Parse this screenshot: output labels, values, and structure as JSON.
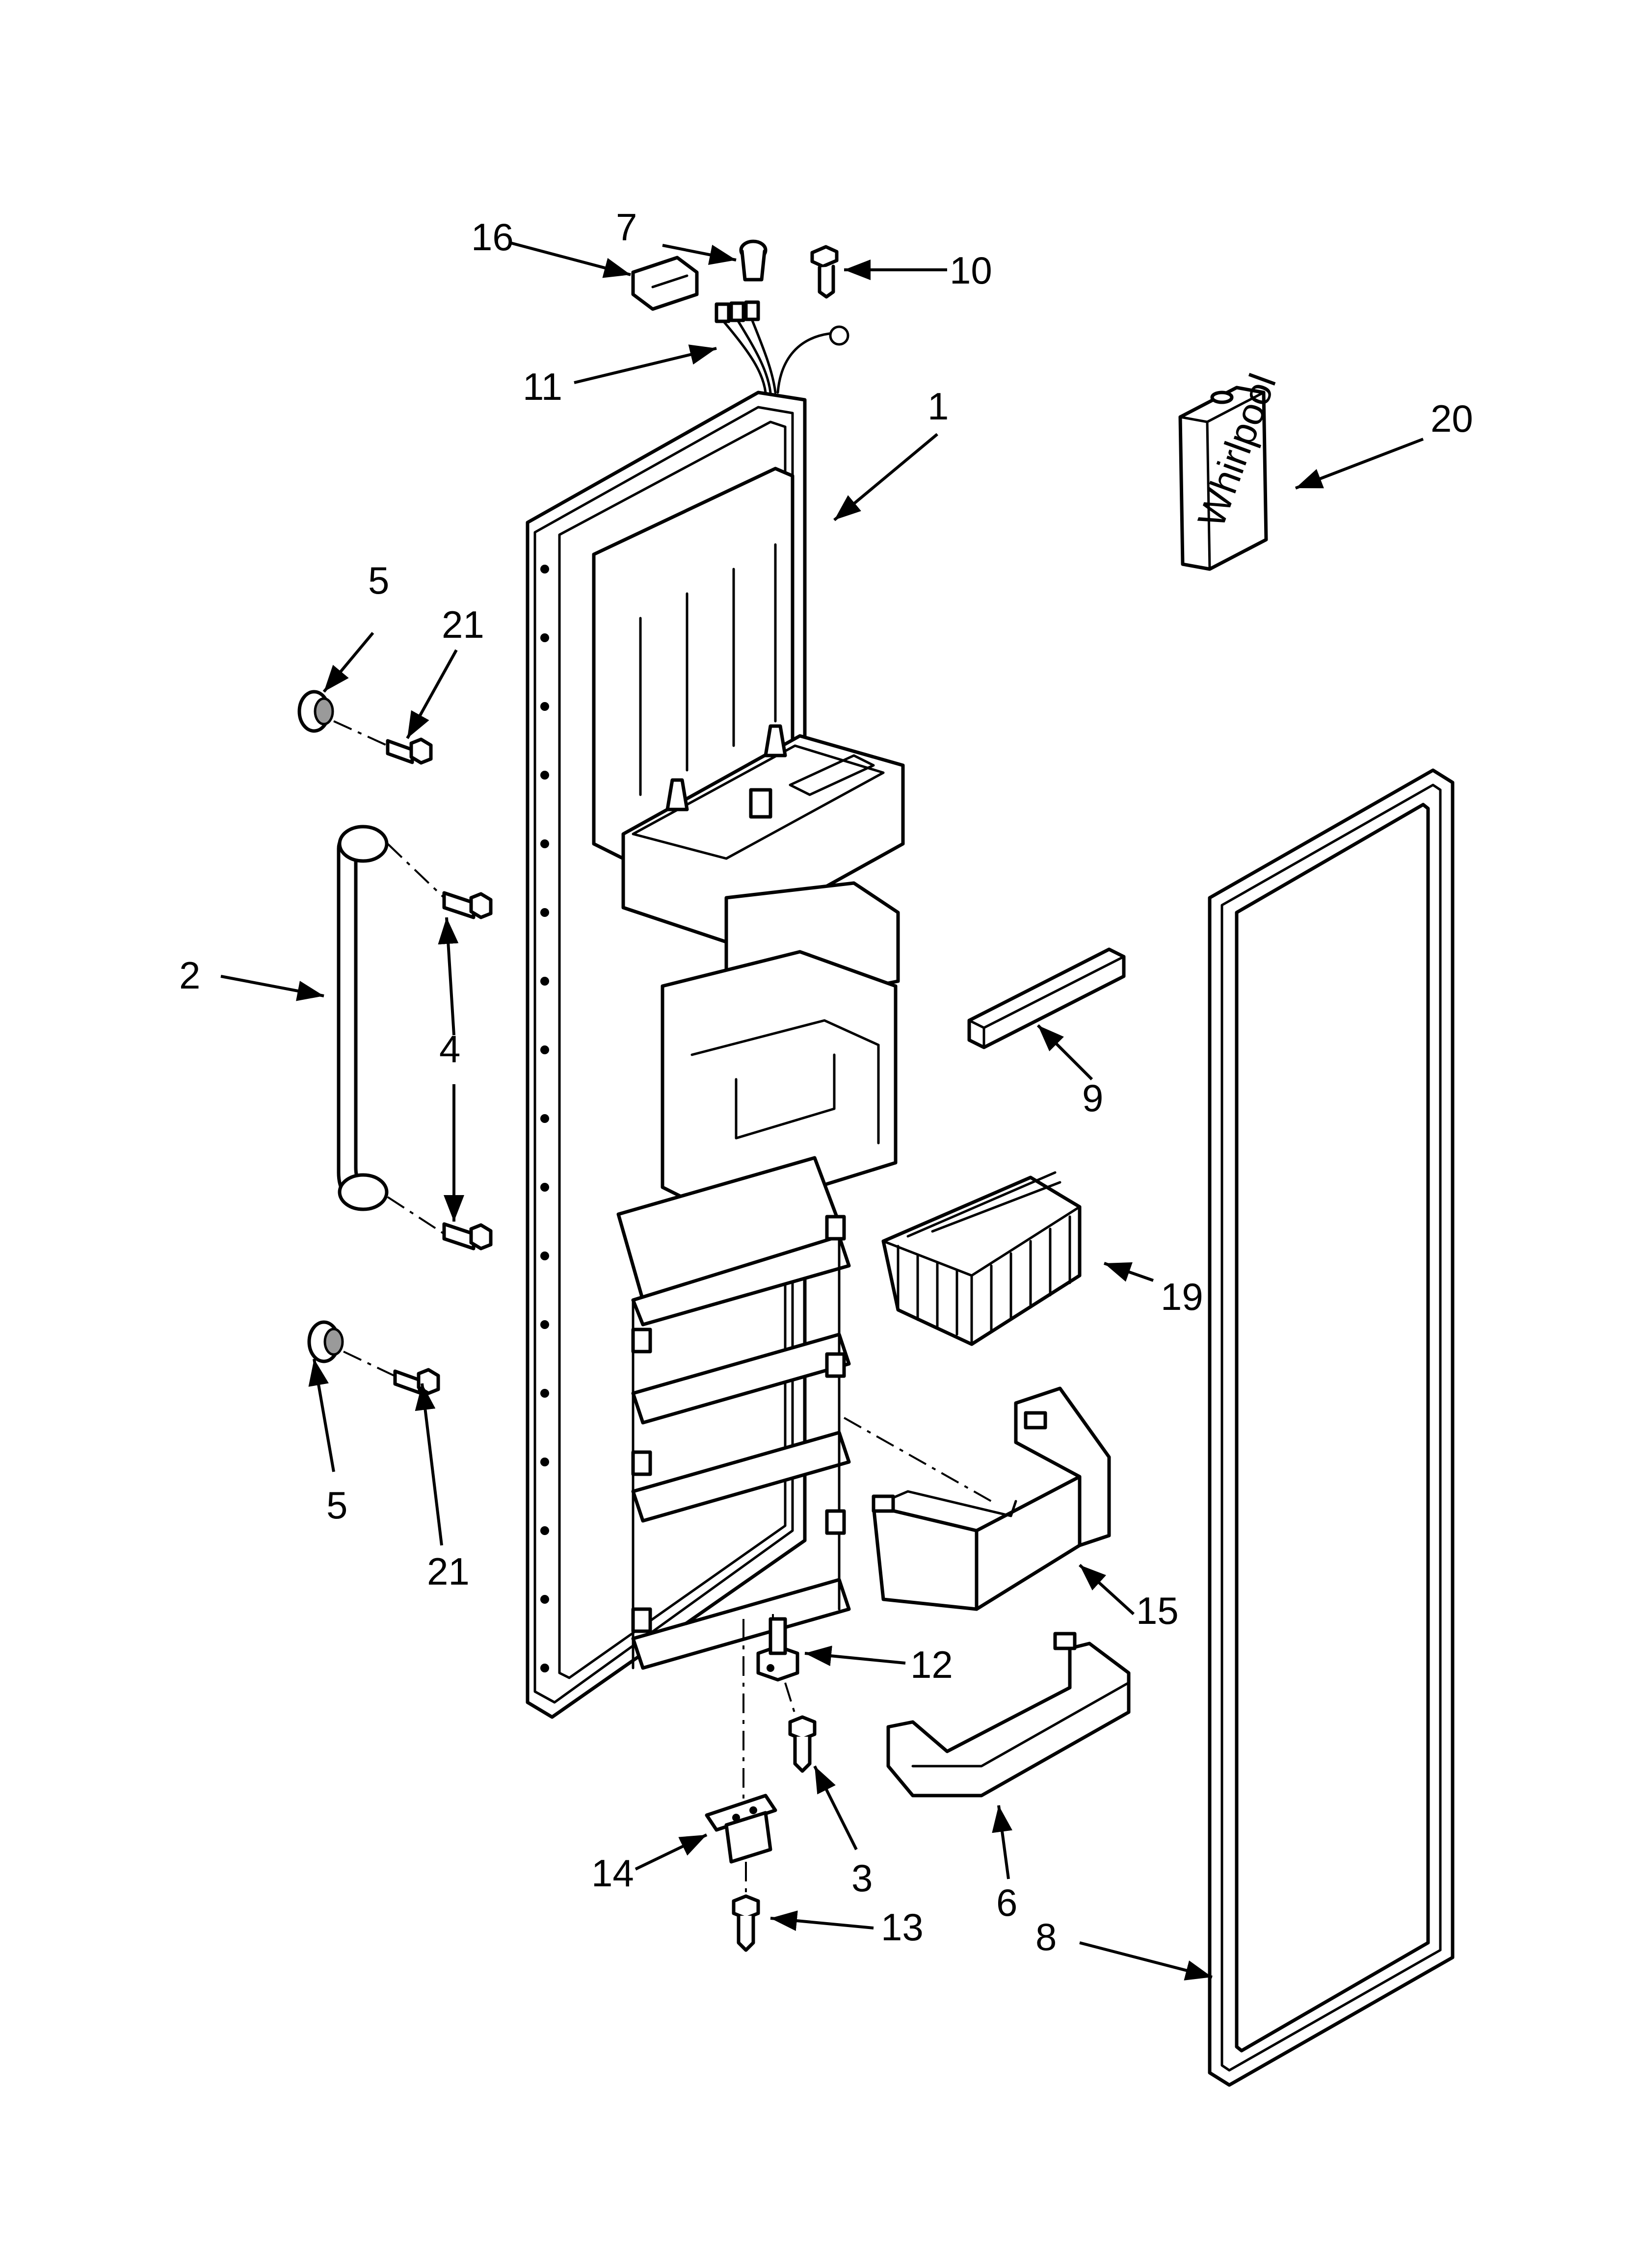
{
  "callouts": {
    "c1": "1",
    "c2": "2",
    "c3": "3",
    "c4": "4",
    "c5a": "5",
    "c5b": "5",
    "c6": "6",
    "c7": "7",
    "c8": "8",
    "c9": "9",
    "c10": "10",
    "c11": "11",
    "c12": "12",
    "c13": "13",
    "c14": "14",
    "c15": "15",
    "c16": "16",
    "c19": "19",
    "c20": "20",
    "c21a": "21",
    "c21b": "21"
  },
  "brand_mark": "Whirlpool"
}
